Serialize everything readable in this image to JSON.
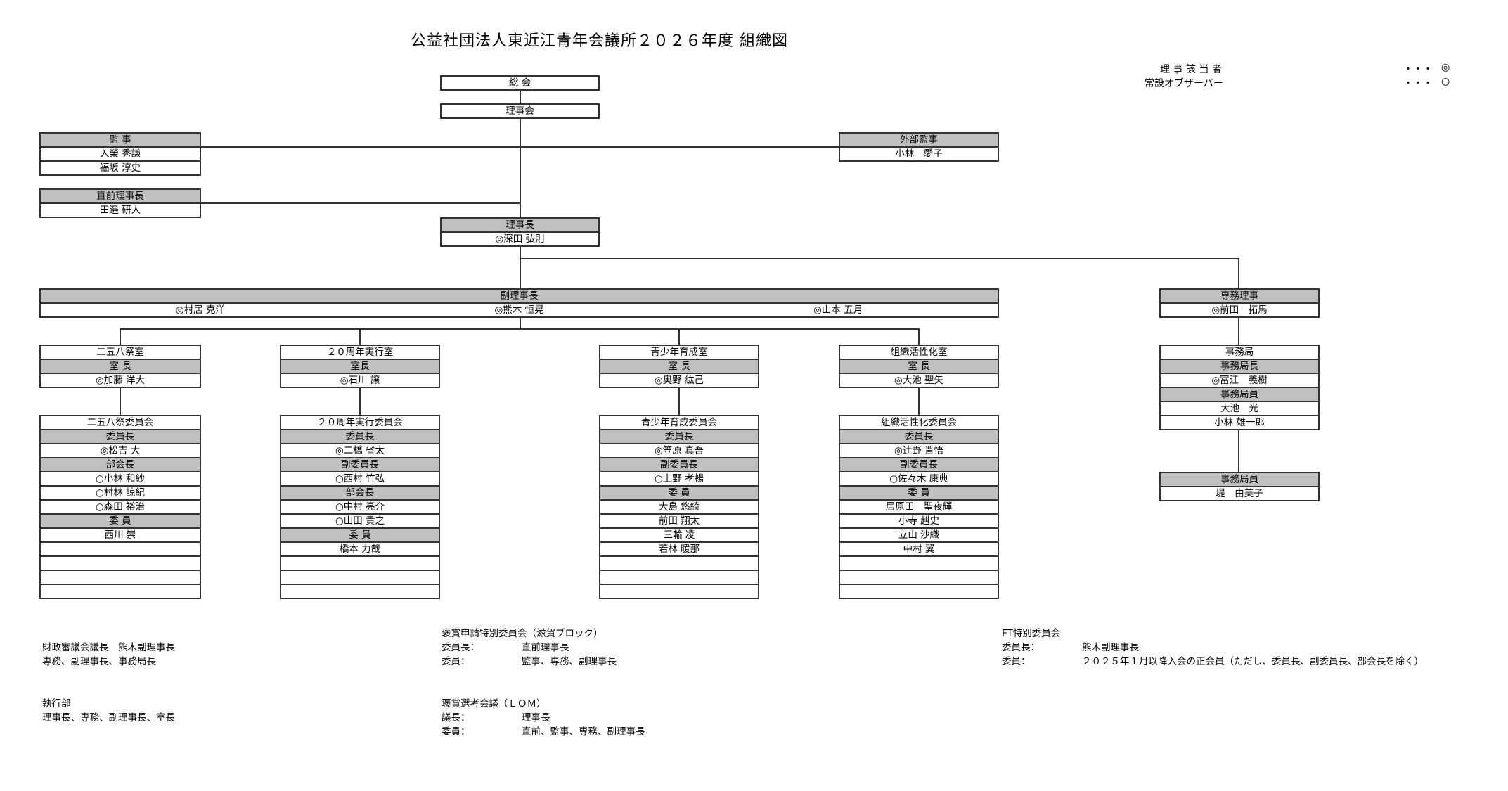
{
  "title": "公益社団法人東近江青年会議所２０２６年度 組織図",
  "legend": [
    {
      "label": "理 事 該 当 者",
      "dots": "・・・",
      "symbol": "◎"
    },
    {
      "label": "常設オブザーバー",
      "dots": "・・・",
      "symbol": "○"
    }
  ],
  "boxes": {
    "sokai": [
      {
        "t": "総 会"
      }
    ],
    "rijikai": [
      {
        "t": "理事会"
      }
    ],
    "kanji": [
      {
        "t": "監 事",
        "label": true
      },
      {
        "t": "入榮 秀謙"
      },
      {
        "t": "福坂 淳史"
      }
    ],
    "gaibu": [
      {
        "t": "外部監事",
        "label": true
      },
      {
        "t": "小林　愛子"
      }
    ],
    "chokuzen": [
      {
        "t": "直前理事長",
        "label": true
      },
      {
        "t": "田邉 研人"
      }
    ],
    "rijicho": [
      {
        "t": "理事長",
        "label": true
      },
      {
        "t": "◎深田 弘則"
      }
    ],
    "senmu": [
      {
        "t": "専務理事",
        "label": true
      },
      {
        "t": "◎前田　拓馬"
      }
    ],
    "room1": [
      {
        "t": "二五八祭室"
      },
      {
        "t": "室 長",
        "label": true
      },
      {
        "t": "◎加藤 洋大"
      }
    ],
    "room2": [
      {
        "t": "２０周年実行室"
      },
      {
        "t": "室長",
        "label": true
      },
      {
        "t": "◎石川 譲"
      }
    ],
    "room3": [
      {
        "t": "青少年育成室"
      },
      {
        "t": "室 長",
        "label": true
      },
      {
        "t": "◎奥野 紘己"
      }
    ],
    "room4": [
      {
        "t": "組織活性化室"
      },
      {
        "t": "室 長",
        "label": true
      },
      {
        "t": "◎大池 聖矢"
      }
    ],
    "comm1": [
      {
        "t": "二五八祭委員会"
      },
      {
        "t": "委員長",
        "label": true
      },
      {
        "t": "◎松吉 大"
      },
      {
        "t": "部会長",
        "label": true
      },
      {
        "t": "○小林 和紗"
      },
      {
        "t": "○村林 諒紀"
      },
      {
        "t": "○森田 裕治"
      },
      {
        "t": "委 員",
        "label": true
      },
      {
        "t": "西川 崇"
      },
      {
        "t": ""
      },
      {
        "t": ""
      },
      {
        "t": ""
      },
      {
        "t": ""
      }
    ],
    "comm2": [
      {
        "t": "２０周年実行委員会"
      },
      {
        "t": "委員長",
        "label": true
      },
      {
        "t": "◎二橋 省太"
      },
      {
        "t": "副委員長",
        "label": true
      },
      {
        "t": "○西村 竹弘"
      },
      {
        "t": "部会長",
        "label": true
      },
      {
        "t": "○中村 亮介"
      },
      {
        "t": "○山田 貴之"
      },
      {
        "t": "委 員",
        "label": true
      },
      {
        "t": "橋本 力哉"
      },
      {
        "t": ""
      },
      {
        "t": ""
      },
      {
        "t": ""
      }
    ],
    "comm3": [
      {
        "t": "青少年育成委員会"
      },
      {
        "t": "委員長",
        "label": true
      },
      {
        "t": "◎笠原 真吾"
      },
      {
        "t": "副委員長",
        "label": true
      },
      {
        "t": "○上野 孝暢"
      },
      {
        "t": "委 員",
        "label": true
      },
      {
        "t": "大島 悠綺"
      },
      {
        "t": "前田 翔太"
      },
      {
        "t": "三輪 凌"
      },
      {
        "t": "若林 暖那"
      },
      {
        "t": ""
      },
      {
        "t": ""
      },
      {
        "t": ""
      }
    ],
    "comm4": [
      {
        "t": "組織活性化委員会"
      },
      {
        "t": "委員長",
        "label": true
      },
      {
        "t": "◎辻野 晋悟"
      },
      {
        "t": "副委員長",
        "label": true
      },
      {
        "t": "○佐々木 康典"
      },
      {
        "t": "委 員",
        "label": true
      },
      {
        "t": "居原田　聖夜輝"
      },
      {
        "t": "小寺 赳史"
      },
      {
        "t": "立山 沙織"
      },
      {
        "t": "中村 翼"
      },
      {
        "t": ""
      },
      {
        "t": ""
      },
      {
        "t": ""
      }
    ],
    "jimukyoku": [
      {
        "t": "事務局"
      },
      {
        "t": "事務局長",
        "label": true
      },
      {
        "t": "◎冨江　義樹"
      },
      {
        "t": "事務局員",
        "label": true
      },
      {
        "t": "大池　光"
      },
      {
        "t": "小林 雄一郎"
      }
    ],
    "jimuin": [
      {
        "t": "事務局員",
        "label": true
      },
      {
        "t": "堤　由美子"
      }
    ]
  },
  "fuku_rijicho": {
    "label": "副理事長",
    "names": [
      "◎村居 克洋",
      "◎熊木 恒晃",
      "◎山本 五月"
    ]
  },
  "notes": {
    "zaisei": {
      "line1": "財政審議会議長　熊木副理事長",
      "line2": "専務、副理事長、事務局長"
    },
    "shikko": {
      "line1": "執行部",
      "line2": "理事長、専務、副理事長、室長"
    },
    "hosho_shinsei": {
      "title": "褒賞申請特別委員会（滋賀ブロック）",
      "rows": [
        {
          "k": "委員長：",
          "v": "直前理事長"
        },
        {
          "k": "委員：",
          "v": "監事、専務、副理事長"
        }
      ]
    },
    "hosho_senko": {
      "title": "褒賞選考会議（ＬＯＭ）",
      "rows": [
        {
          "k": "議長：",
          "v": "理事長"
        },
        {
          "k": "委員：",
          "v": "直前、監事、専務、副理事長"
        }
      ]
    },
    "ft": {
      "title": "FT特別委員会",
      "rows": [
        {
          "k": "委員長：",
          "v": "熊木副理事長"
        },
        {
          "k": "委員：",
          "v": "２０２５年１月以降入会の正会員（ただし、委員長、副委員長、部会長を除く）"
        }
      ]
    }
  }
}
